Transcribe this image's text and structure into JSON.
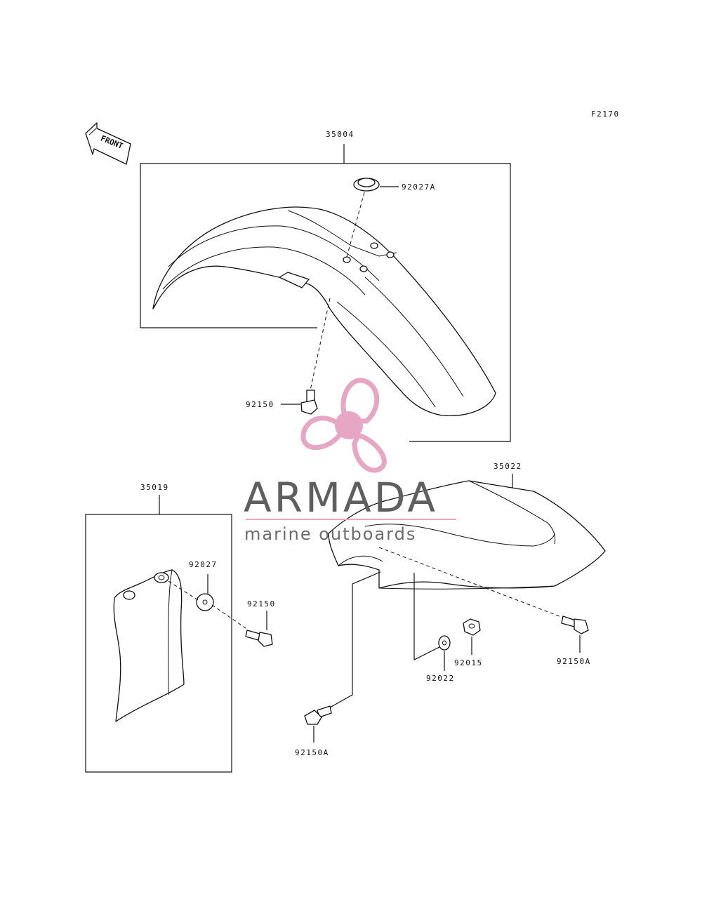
{
  "diagram": {
    "figure_code": "F2170",
    "front_label": "FRONT",
    "parts": {
      "front_fender": "35004",
      "front_fender_grommet": "92027A",
      "front_fender_bolt": "92150",
      "fork_guard": "35019",
      "fork_guard_washer": "92027",
      "fork_guard_bolt": "92150",
      "rear_fender": "35022",
      "rear_bolt_right": "92150A",
      "rear_bolt_left": "92150A",
      "rear_washer": "92022",
      "rear_nut": "92015"
    }
  },
  "watermark": {
    "brand": "ARMADA",
    "tagline": "marine outboards",
    "colors": {
      "pink": "#e7a6c3",
      "pink_dark": "#d98bb0",
      "gray": "#5f5f5f"
    }
  }
}
